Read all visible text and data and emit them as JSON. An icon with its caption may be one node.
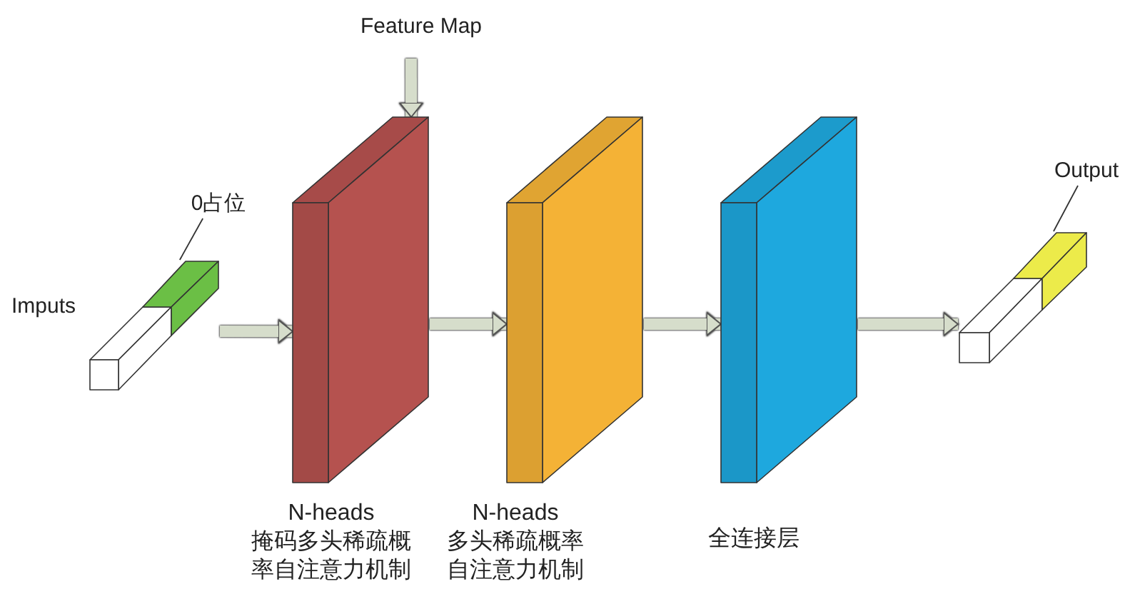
{
  "diagram": {
    "nodes": [
      {
        "text": [],
        "shape": "box",
        "beside": [
          "Imputs"
        ]
      },
      {
        "text": [
          "0占位"
        ]
      },
      {
        "text": [],
        "shape": "box"
      },
      {
        "text": [
          "Feature Map"
        ]
      },
      {
        "text": [],
        "shape": "box",
        "beside": [
          "N-heads",
          "掩码多头稀疏概率自注意力机制"
        ]
      },
      {
        "text": [],
        "shape": "box",
        "beside": [
          "N-heads",
          "多头稀疏概率自注意力机制"
        ]
      },
      {
        "text": [],
        "shape": "box",
        "beside": [
          "全连接层"
        ]
      },
      {
        "text": [],
        "shape": "box"
      },
      {
        "text": [],
        "shape": "box"
      },
      {
        "text": [
          "Output"
        ]
      }
    ],
    "edges": [
      {
        "from": 1,
        "to": 2,
        "arrow": "none",
        "color": "#333333"
      },
      {
        "from": 3,
        "to": 4,
        "arrow": "to"
      },
      {
        "from": 2,
        "to": 4,
        "arrow": "to"
      },
      {
        "from": 4,
        "to": 5,
        "arrow": "to"
      },
      {
        "from": 5,
        "to": 6,
        "arrow": "to"
      },
      {
        "from": 6,
        "to": 7,
        "arrow": "to"
      },
      {
        "from": 9,
        "to": 8,
        "arrow": "none",
        "color": "#333333"
      }
    ]
  }
}
